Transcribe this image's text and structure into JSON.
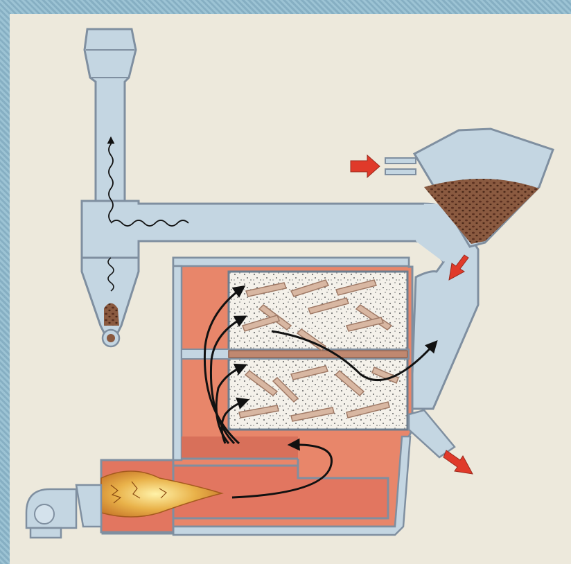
{
  "diagram": {
    "colors": {
      "background": "#ede9dc",
      "frame": "#8fb6c8",
      "duct_fill": "#c4d6e2",
      "duct_outline": "#7f8fa0",
      "furnace": "#e8866a",
      "furnace_dark": "#d8705a",
      "drum_fill": "#f4f1ea",
      "beans": "#7a4a35",
      "flame": "#e2a030",
      "arrow_flow": "#111111",
      "arrow_input": "#e03a2a"
    },
    "components": [
      "exhaust-chimney",
      "cyclone-separator",
      "exhaust-duct",
      "bean-hopper",
      "roasting-drum",
      "furnace-chamber",
      "burner-with-flame",
      "combustion-fan",
      "discharge-chute"
    ],
    "icons": [
      "input-arrow-icon",
      "flow-arrow-icon",
      "smoke-icon"
    ]
  }
}
